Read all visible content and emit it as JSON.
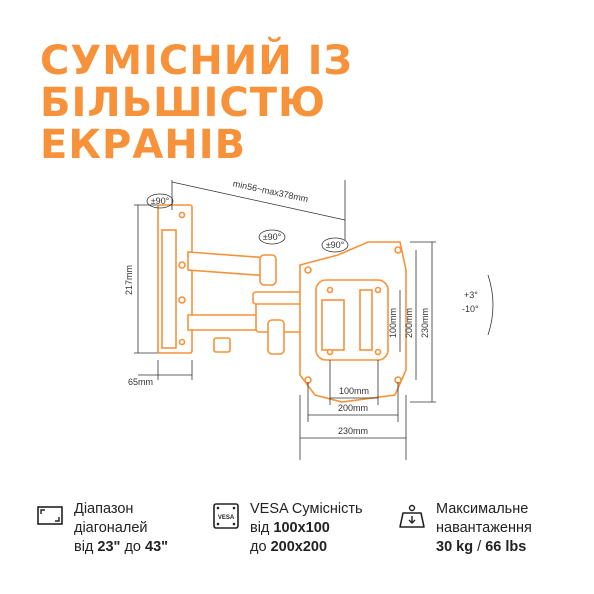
{
  "headline": {
    "line1": "СУМІСНИЙ ІЗ",
    "line2": "БІЛЬШІСТЮ",
    "line3": "ЕКРАНІВ"
  },
  "colors": {
    "accent": "#f7923a",
    "text": "#222222",
    "line": "#333333"
  },
  "diagram": {
    "rot1": "±90°",
    "rot2": "±90°",
    "rot3": "±90°",
    "arm_length": "min56~max378mm",
    "wall_height": "217mm",
    "wall_depth": "65mm",
    "vesa_100v": "100mm",
    "vesa_200v": "200mm",
    "plate_230v": "230mm",
    "vesa_100h": "100mm",
    "vesa_200h": "200mm",
    "plate_230h": "230mm",
    "tilt_up": "+3°",
    "tilt_down": "-10°"
  },
  "features": [
    {
      "icon": "screen-diagonal-icon",
      "l1": "Діапазон",
      "l2": "діагоналей",
      "l3a": "від ",
      "l3b": "23\"",
      "l3c": " до ",
      "l3d": "43\""
    },
    {
      "icon": "vesa-icon",
      "icon_label": "VESA",
      "l1": "VESA Сумісність",
      "l2a": "від ",
      "l2b": "100x100",
      "l3a": "до ",
      "l3b": "200x200"
    },
    {
      "icon": "weight-load-icon",
      "l1": "Максимальне",
      "l2": "навантаження",
      "l3a": "30 kg",
      "l3b": " / ",
      "l3c": "66 lbs"
    }
  ]
}
